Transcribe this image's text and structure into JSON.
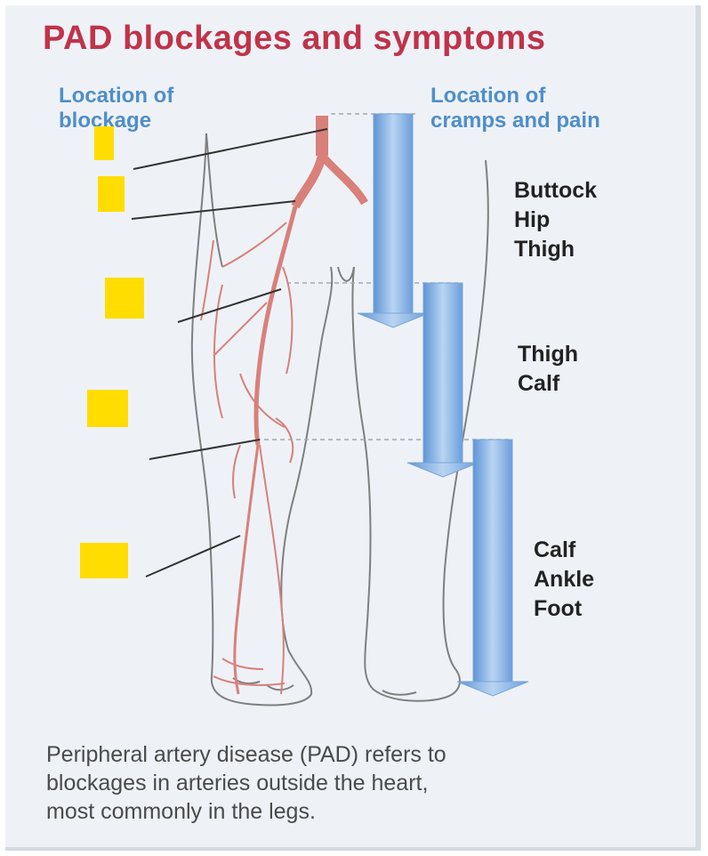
{
  "title": "PAD blockages and symptoms",
  "labels": {
    "location_of_blockage": [
      "Location of",
      "blockage"
    ],
    "location_of_cramps": [
      "Location of",
      "cramps and pain"
    ]
  },
  "symptom_groups": [
    [
      "Buttock",
      "Hip",
      "Thigh"
    ],
    [
      "Thigh",
      "Calf"
    ],
    [
      "Calf",
      "Ankle",
      "Foot"
    ]
  ],
  "caption": [
    "Peripheral artery disease (PAD) refers to",
    "blockages in arteries outside the heart,",
    "most commonly in the legs."
  ],
  "colors": {
    "title": "#c0334a",
    "location_labels": "#4f8ec9",
    "artery": "#d9807a",
    "arrow": "#8db8e6",
    "marker": "#ffdd00"
  }
}
